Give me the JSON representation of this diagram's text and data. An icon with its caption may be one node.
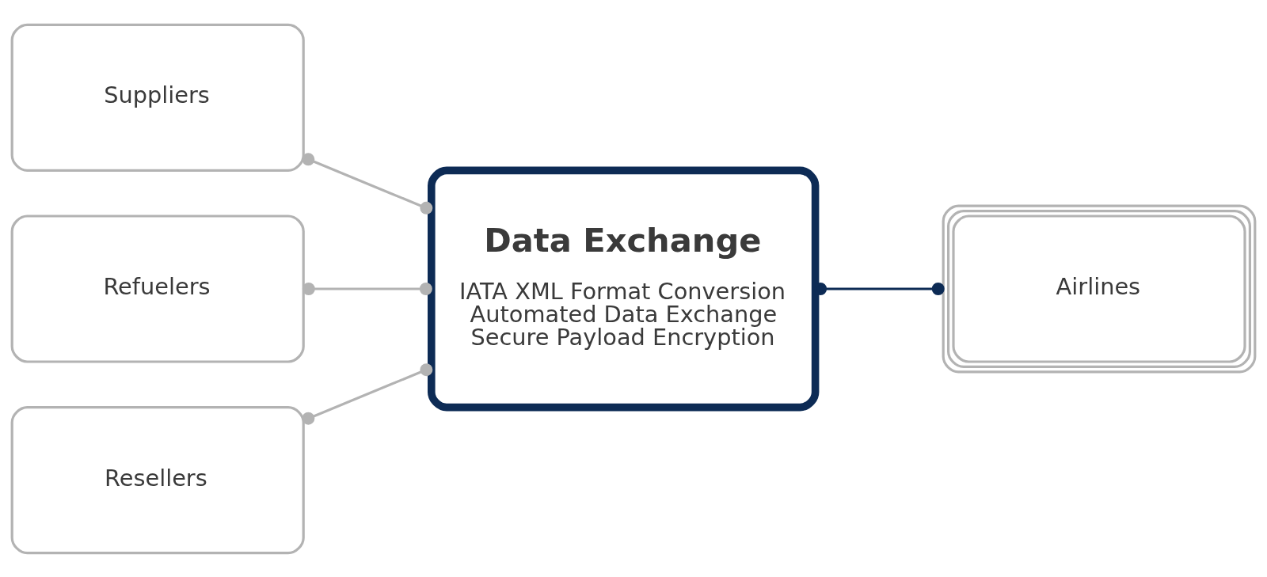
{
  "diagram": {
    "nodes": [
      {
        "text": [
          "Suppliers"
        ]
      },
      {
        "text": [
          "Refuelers"
        ]
      },
      {
        "text": [
          "Resellers"
        ]
      },
      {
        "text": [
          "Data Exchange",
          "IATA XML Format Conversion",
          "Automated Data Exchange",
          "Secure Payload Encryption"
        ]
      },
      {
        "text": [
          "Airlines"
        ]
      }
    ],
    "edges": [
      {
        "from": 0,
        "to": 3,
        "arrow": "other"
      },
      {
        "from": 1,
        "to": 3,
        "arrow": "other"
      },
      {
        "from": 2,
        "to": 3,
        "arrow": "other"
      },
      {
        "from": 3,
        "to": 4,
        "arrow": "other",
        "color": "#0d2b55"
      }
    ]
  }
}
